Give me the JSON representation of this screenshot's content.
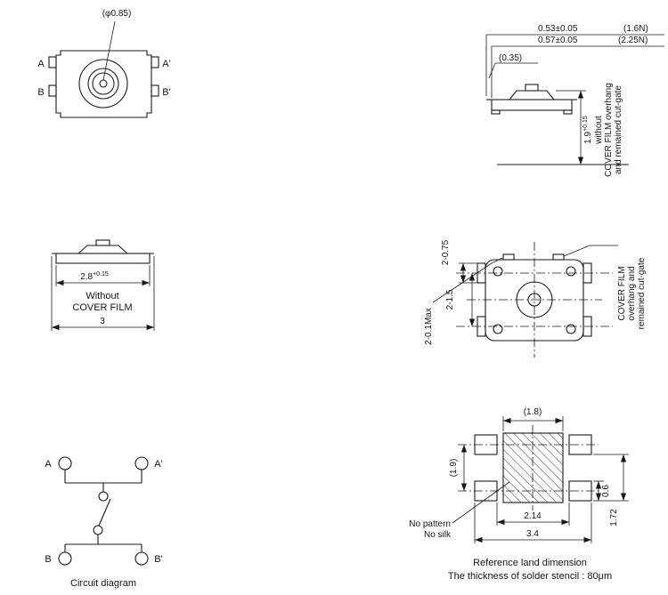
{
  "top_view": {
    "hole_label": "(φ0.85)",
    "terminal_a": "A",
    "terminal_a_prime": "A'",
    "terminal_b": "B",
    "terminal_b_prime": "B'"
  },
  "side_view": {
    "travel_1": "0.53±0.05",
    "force_1": "(1.6N)",
    "travel_2": "0.57±0.05",
    "force_2": "(2.25N)",
    "gate_dim": "(0.35)",
    "height": "1.9",
    "height_tol": "+0.15",
    "note_1": "without",
    "note_2": "COVER FILM overhang",
    "note_3": "and remained cut-gate"
  },
  "profile_view": {
    "width_no_film": "2.8",
    "width_no_film_tol": "+0.15",
    "label_1": "Without",
    "label_2": "COVER FILM",
    "width_total": "3"
  },
  "bottom_view": {
    "dim_terminal": "2-0.75",
    "dim_pitch": "2-1.5",
    "dim_gate": "2-0.1Max",
    "note_1": "COVER FILM",
    "note_2": "overhang and",
    "note_3": "remained cut-gate"
  },
  "circuit": {
    "terminal_a": "A",
    "terminal_a_prime": "A'",
    "terminal_b": "B",
    "terminal_b_prime": "B'",
    "caption": "Circuit diagram"
  },
  "land_pattern": {
    "dim_width": "(1.8)",
    "dim_height": "(1.9)",
    "dim_inner": "2.14",
    "dim_outer": "3.4",
    "dim_pad_h": "0.6",
    "dim_offset": "1.72",
    "note_1": "No pattern",
    "note_2": "No silk",
    "caption_1": "Reference land dimension",
    "caption_2": "The thickness of solder stencil : 80μm"
  }
}
